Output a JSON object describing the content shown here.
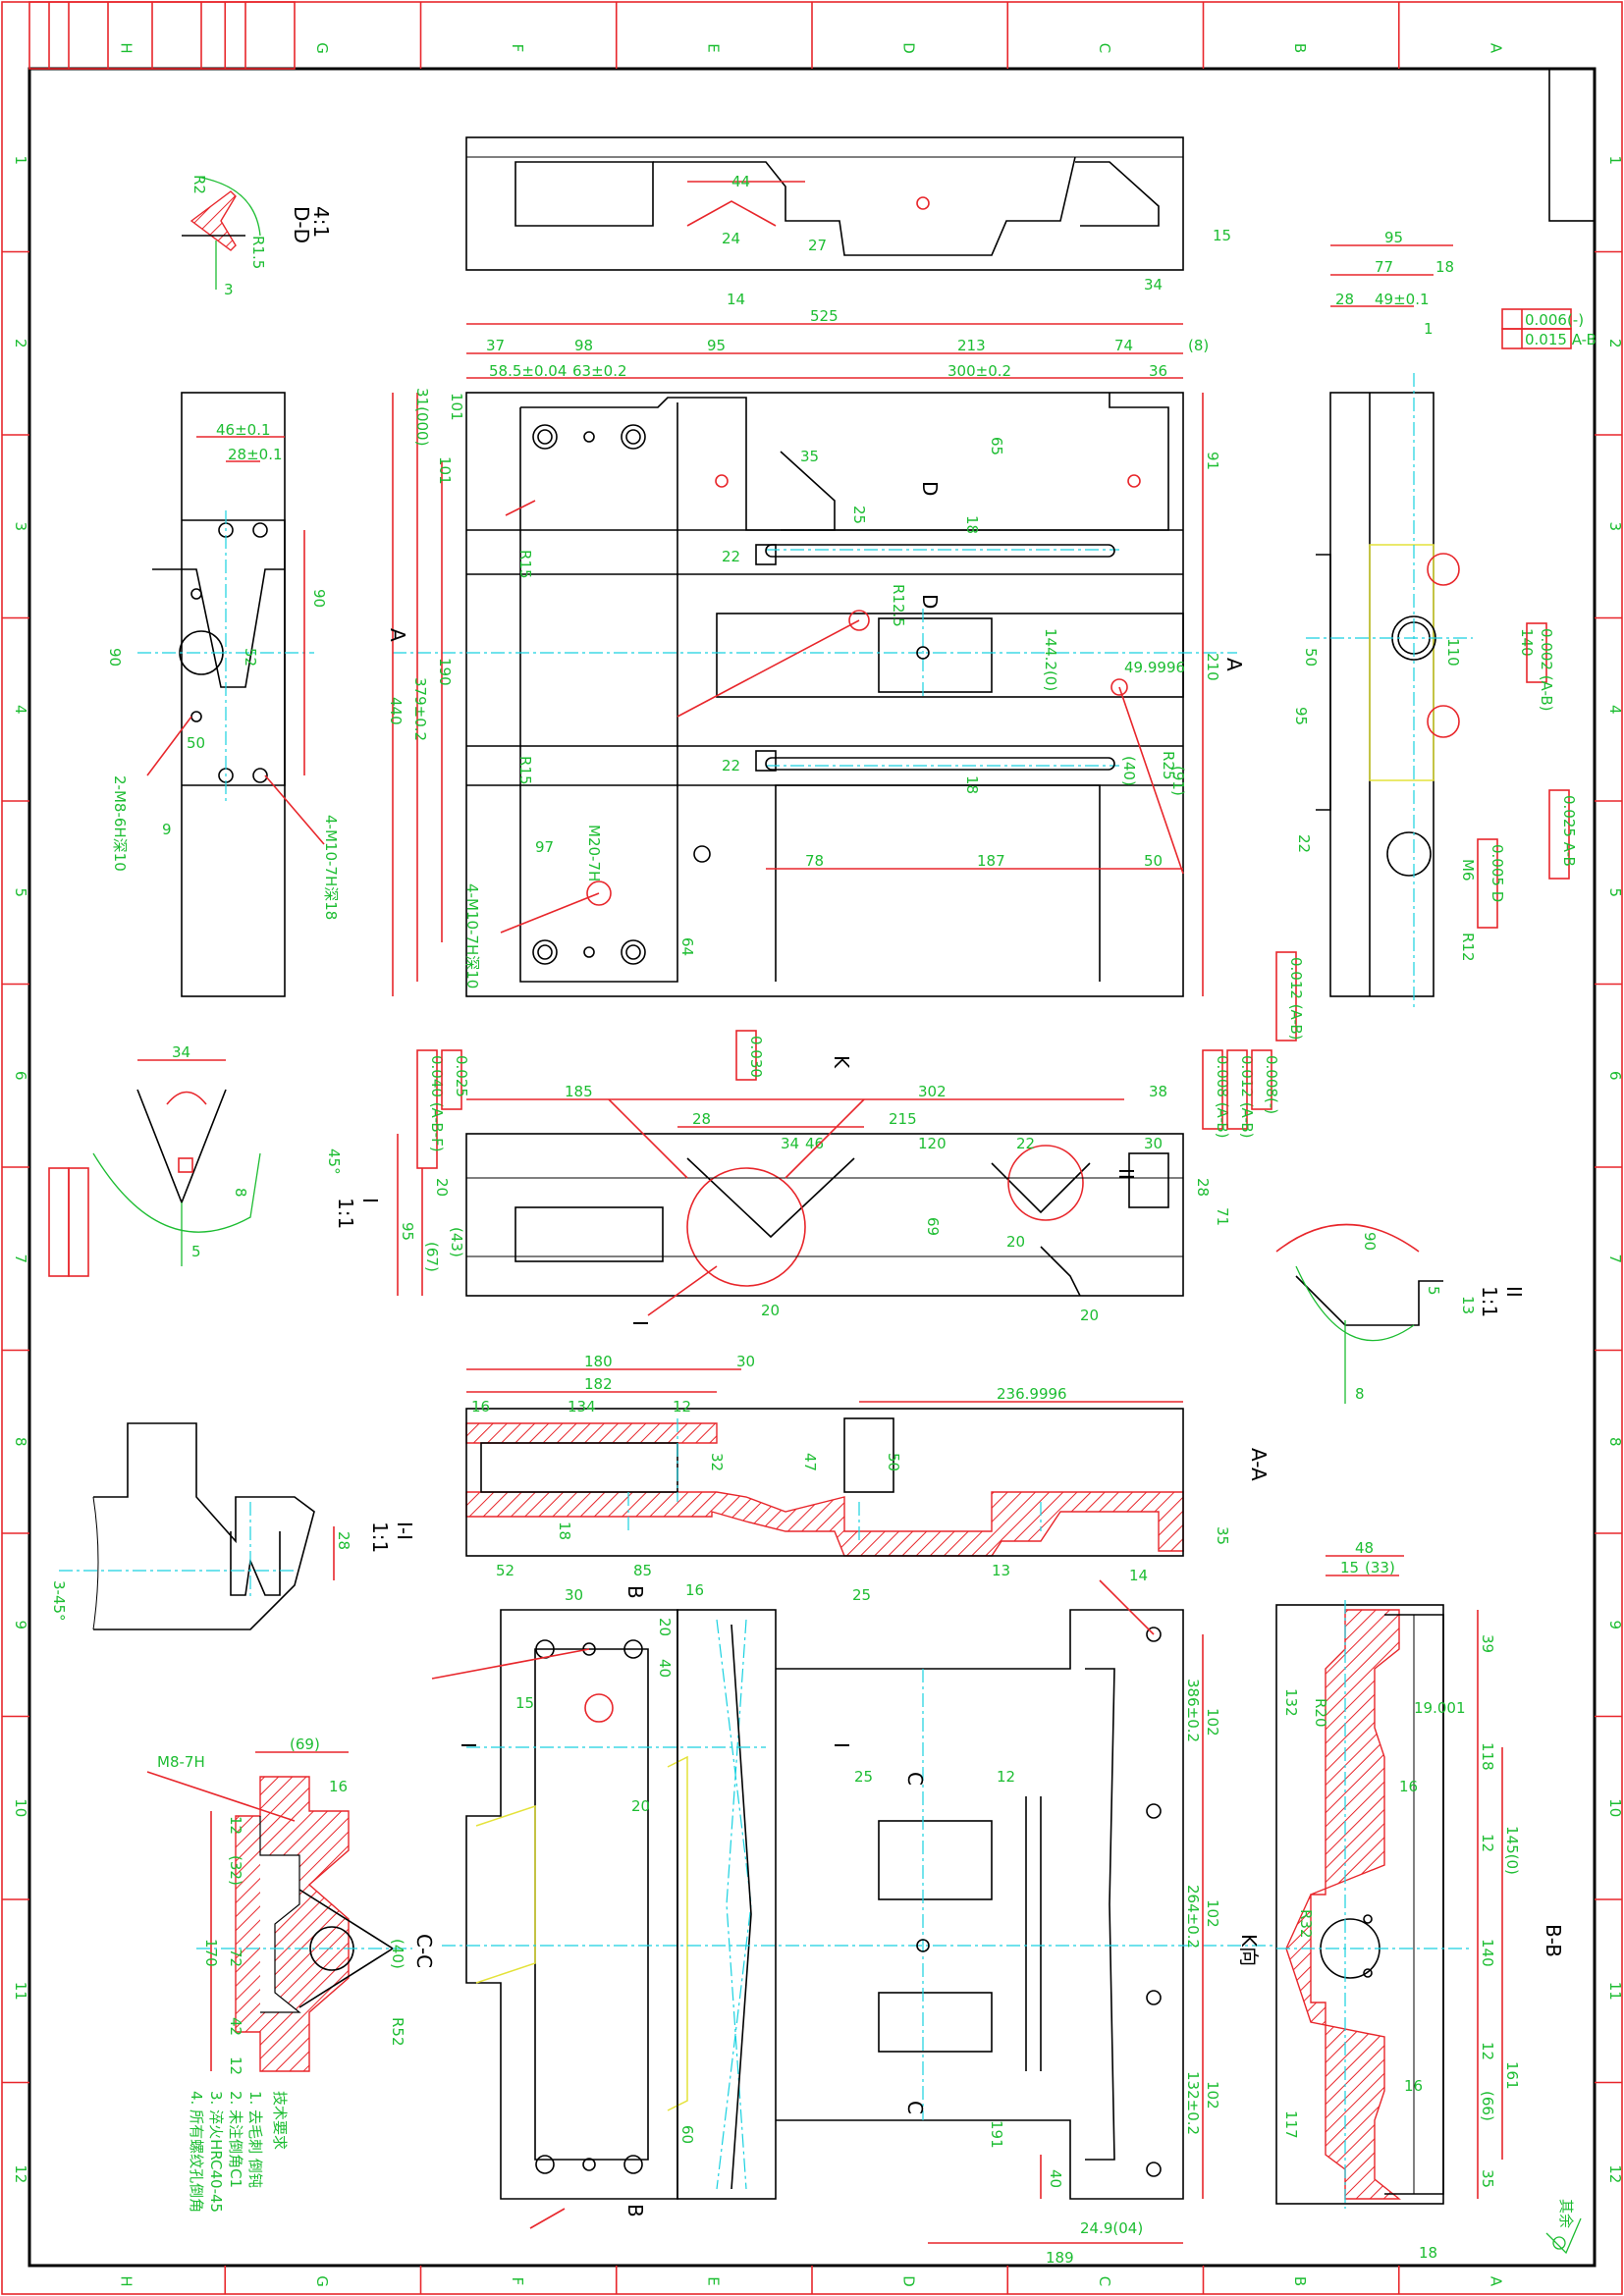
{
  "sheet": {
    "col_letters": [
      "A",
      "B",
      "C",
      "D",
      "E",
      "F",
      "G",
      "H"
    ],
    "row_numbers": [
      "1",
      "2",
      "3",
      "4",
      "5",
      "6",
      "7",
      "8",
      "9",
      "10",
      "11",
      "12"
    ]
  },
  "views": {
    "detail_dd": {
      "title": "D-D",
      "scale": "4:1",
      "dims": [
        "R2",
        "R1.5",
        "3"
      ]
    },
    "top_view": {
      "dims_top": [
        "525",
        "37",
        "98",
        "95",
        "213",
        "74",
        "(8)"
      ],
      "dims_row2": [
        "58.5±0.04",
        "63±0.2",
        "300±0.2",
        "36"
      ],
      "dims_left": [
        "440",
        "379±0.2",
        "190",
        "101",
        "101",
        "31(000)"
      ],
      "dims_right": [
        "91",
        "210",
        "(91)"
      ],
      "dims_bottom": [
        "97",
        "78",
        "187",
        "50",
        "64",
        "22",
        "22",
        "18",
        "18"
      ],
      "radii": [
        "R15",
        "R15",
        "R25",
        "R12.5"
      ],
      "misc": [
        "35",
        "65",
        "25",
        "49.9996",
        "144.2(0)",
        "(40)",
        "4-M10-7H深10",
        "M20-7H"
      ],
      "section_marks": [
        "A",
        "A",
        "D",
        "D"
      ]
    },
    "front_view": {
      "dims": [
        "185",
        "302",
        "38",
        "28",
        "34",
        "215",
        "120",
        "22",
        "30",
        "46",
        "95",
        "(43)",
        "(67)",
        "20",
        "20",
        "71",
        "69",
        "20",
        "28",
        "20"
      ],
      "labels": [
        "K",
        "I",
        "II"
      ],
      "tolerance_frames": [
        "0.040 (A-B-F)",
        "0.025",
        "0.030",
        "0.008 (A-B)",
        "0.012 (A-B)",
        "0.008(-)"
      ]
    },
    "section_aa": {
      "title": "A-A",
      "dims": [
        "180",
        "30",
        "182",
        "16",
        "134",
        "12",
        "236.9996",
        "52",
        "85",
        "25",
        "13",
        "14",
        "18",
        "35",
        "50",
        "47",
        "32"
      ]
    },
    "side_view": {
      "dims": [
        "95",
        "77",
        "18",
        "28",
        "49±0.1",
        "1",
        "110",
        "140",
        "95",
        "50",
        "22",
        "R12",
        "M6"
      ],
      "tolerance_frames": [
        "0.006(-)",
        "0.015 A-B",
        "0.012 (A-B)",
        "0.002 (A-B)",
        "0.025 A-B",
        "0.005 D"
      ]
    },
    "left_view": {
      "dims": [
        "46±0.1",
        "28±0.1",
        "90",
        "90",
        "52",
        "50",
        "9",
        "2-M8-6H深10",
        "4-M10-7H深18"
      ]
    },
    "detail_i": {
      "title": "I",
      "scale": "1:1",
      "dims": [
        "34",
        "45°",
        "5",
        "8"
      ]
    },
    "detail_ii": {
      "title": "II",
      "scale": "1:1",
      "dims": [
        "90",
        "13",
        "5",
        "8"
      ]
    },
    "section_ii_small": {
      "title": "I-I",
      "scale": "1:1",
      "dims": [
        "28",
        "3-45°"
      ]
    },
    "bottom_view": {
      "dims": [
        "30",
        "16",
        "15",
        "20",
        "20",
        "40",
        "12",
        "25",
        "102",
        "386±0.2",
        "102",
        "264±0.2",
        "102",
        "132±0.2",
        "191",
        "189",
        "24.9(04)",
        "40",
        "60"
      ],
      "labels": [
        "B",
        "B",
        "C",
        "C",
        "K向",
        "I",
        "I"
      ]
    },
    "section_cc": {
      "title": "C-C",
      "dims": [
        "(69)",
        "16",
        "12",
        "(32)",
        "170",
        "72",
        "42",
        "12",
        "(40)",
        "R52"
      ],
      "thread": "M8-7H"
    },
    "section_bb": {
      "title": "B-B",
      "dims": [
        "48",
        "15",
        "(33)",
        "39",
        "132",
        "R20",
        "19.001",
        "118",
        "145(0)",
        "16",
        "12",
        "R32",
        "140",
        "12",
        "117",
        "161",
        "(66)",
        "16",
        "35",
        "18"
      ]
    }
  },
  "tech_notes": {
    "heading": "技术要求",
    "items": [
      "1. 去毛刺 倒钝",
      "2. 未注倒角C1",
      "3. 淬火HRC40-45",
      "4. 所有螺纹孔倒角"
    ]
  },
  "roughness_note": "其余"
}
